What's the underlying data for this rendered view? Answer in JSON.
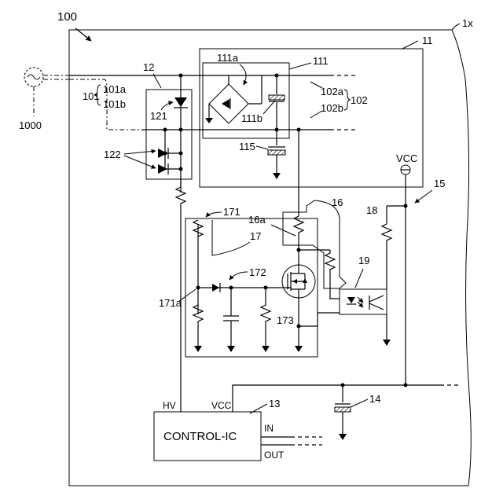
{
  "figure": {
    "labels": {
      "board_outline": "1x",
      "device": "100",
      "source": "1000",
      "input_line": "101",
      "input_line_a": "101a",
      "input_line_b": "101b",
      "diode_block": "12",
      "diode_single": "121",
      "diode_pair": "122",
      "module": "11",
      "bridge_block": "111",
      "bridge": "111a",
      "bridge_cap": "111b",
      "output_line": "102",
      "output_line_a": "102a",
      "output_line_b": "102b",
      "capacitor": "115",
      "vcc_top": "VCC",
      "node_15": "15",
      "block_16": "16",
      "node_16a": "16a",
      "resistor_18": "18",
      "optocoupler": "19",
      "block_171": "171",
      "block_17": "17",
      "node_172": "172",
      "node_171a": "171a",
      "transistor": "173",
      "control_ic_ref": "13",
      "capacitor_14": "14"
    },
    "control_ic": {
      "name": "CONTROL-IC",
      "pin_hv": "HV",
      "pin_vcc": "VCC",
      "pin_in": "IN",
      "pin_out": "OUT"
    }
  }
}
